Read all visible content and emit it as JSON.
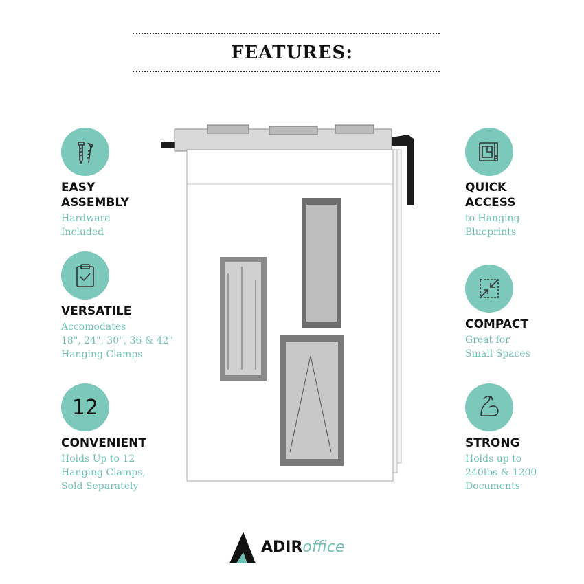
{
  "header": {
    "title": "FEATURES:"
  },
  "features": [
    {
      "title": "EASY\nASSEMBLY",
      "desc": "Hardware\nIncluded",
      "icon": "screws-icon"
    },
    {
      "title": "VERSATILE",
      "desc": "Accomodates\n18\", 24\", 30\", 36 & 42\"\nHanging Clamps",
      "icon": "clipboard-check-icon"
    },
    {
      "title": "CONVENIENT",
      "desc": "Holds Up to 12\nHanging Clamps,\nSold Separately",
      "icon": "number-badge",
      "badge": "12"
    },
    {
      "title": "QUICK\nACCESS",
      "desc": "to Hanging\nBlueprints",
      "icon": "blueprint-icon"
    },
    {
      "title": "COMPACT",
      "desc": "Great for\nSmall Spaces",
      "icon": "compress-arrows-icon"
    },
    {
      "title": "STRONG",
      "desc": "Holds up to\n240lbs & 1200\nDocuments",
      "icon": "flexed-arm-icon"
    }
  ],
  "logo": {
    "brand": "ADIR",
    "brand_suffix": "office"
  },
  "colors": {
    "accent": "#7cc8bb",
    "accent_text": "#6fc0b2",
    "text": "#111111"
  }
}
